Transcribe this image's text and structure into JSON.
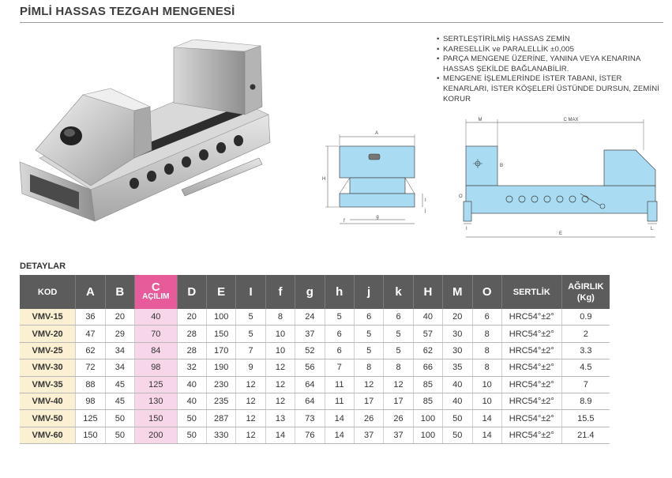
{
  "title": "PİMLİ HASSAS TEZGAH MENGENESİ",
  "features": [
    "SERTLEŞTİRİLMİŞ HASSAS ZEMİN",
    "KARESELLİK ve PARALELLİK ±0,005",
    "PARÇA MENGENE ÜZERİNE, YANINA VEYA KENARINA HASSAS ŞEKİLDE BAĞLANABİLİR.",
    "MENGENE İŞLEMLERİNDE İSTER TABANI, İSTER KENARLARI, İSTER KÖŞELERİ ÜSTÜNDE DURSUN, ZEMİNİ KORUR"
  ],
  "drawing": {
    "front": {
      "A": "A",
      "H": "H",
      "f": "f",
      "g": "g",
      "i": "I",
      "j": "j"
    },
    "side": {
      "M": "M",
      "C": "C MAX",
      "B": "B",
      "O": "O",
      "E": "E",
      "I": "I",
      "L": "L"
    },
    "colors": {
      "fill": "#a9dcf2",
      "line": "#444444"
    }
  },
  "section_label": "DETAYLAR",
  "table": {
    "headers": {
      "kod": "KOD",
      "A": "A",
      "B": "B",
      "C": "C",
      "C_sub": "AÇILIM",
      "D": "D",
      "E": "E",
      "I": "I",
      "f": "f",
      "g": "g",
      "h": "h",
      "j": "j",
      "k": "k",
      "H": "H",
      "M": "M",
      "O": "O",
      "sertlik": "SERTLİK",
      "agirlik": "AĞIRLIK",
      "agirlik_unit": "(Kg)"
    },
    "rows": [
      {
        "kod": "VMV-15",
        "A": "36",
        "B": "20",
        "C": "40",
        "D": "20",
        "E": "100",
        "I": "5",
        "f": "8",
        "g": "24",
        "h": "5",
        "j": "6",
        "k": "6",
        "H": "40",
        "M": "20",
        "O": "6",
        "sertlik": "HRC54°±2°",
        "agirlik": "0.9"
      },
      {
        "kod": "VMV-20",
        "A": "47",
        "B": "29",
        "C": "70",
        "D": "28",
        "E": "150",
        "I": "5",
        "f": "10",
        "g": "37",
        "h": "6",
        "j": "5",
        "k": "5",
        "H": "57",
        "M": "30",
        "O": "8",
        "sertlik": "HRC54°±2°",
        "agirlik": "2"
      },
      {
        "kod": "VMV-25",
        "A": "62",
        "B": "34",
        "C": "84",
        "D": "28",
        "E": "170",
        "I": "7",
        "f": "10",
        "g": "52",
        "h": "6",
        "j": "5",
        "k": "5",
        "H": "62",
        "M": "30",
        "O": "8",
        "sertlik": "HRC54°±2°",
        "agirlik": "3.3"
      },
      {
        "kod": "VMV-30",
        "A": "72",
        "B": "34",
        "C": "98",
        "D": "32",
        "E": "190",
        "I": "9",
        "f": "12",
        "g": "56",
        "h": "7",
        "j": "8",
        "k": "8",
        "H": "66",
        "M": "35",
        "O": "8",
        "sertlik": "HRC54°±2°",
        "agirlik": "4.5"
      },
      {
        "kod": "VMV-35",
        "A": "88",
        "B": "45",
        "C": "125",
        "D": "40",
        "E": "230",
        "I": "12",
        "f": "12",
        "g": "64",
        "h": "11",
        "j": "12",
        "k": "12",
        "H": "85",
        "M": "40",
        "O": "10",
        "sertlik": "HRC54°±2°",
        "agirlik": "7"
      },
      {
        "kod": "VMV-40",
        "A": "98",
        "B": "45",
        "C": "130",
        "D": "40",
        "E": "235",
        "I": "12",
        "f": "12",
        "g": "64",
        "h": "11",
        "j": "17",
        "k": "17",
        "H": "85",
        "M": "40",
        "O": "10",
        "sertlik": "HRC54°±2°",
        "agirlik": "8.9"
      },
      {
        "kod": "VMV-50",
        "A": "125",
        "B": "50",
        "C": "150",
        "D": "50",
        "E": "287",
        "I": "12",
        "f": "13",
        "g": "73",
        "h": "14",
        "j": "26",
        "k": "26",
        "H": "100",
        "M": "50",
        "O": "14",
        "sertlik": "HRC54°±2°",
        "agirlik": "15.5"
      },
      {
        "kod": "VMV-60",
        "A": "150",
        "B": "50",
        "C": "200",
        "D": "50",
        "E": "330",
        "I": "12",
        "f": "14",
        "g": "76",
        "h": "14",
        "j": "37",
        "k": "37",
        "H": "100",
        "M": "50",
        "O": "14",
        "sertlik": "HRC54°±2°",
        "agirlik": "21.4"
      }
    ]
  },
  "colors": {
    "header": "#5c5c5c",
    "c_header": "#e85b9a",
    "c_cell": "#f8d6ea",
    "kod_cell": "#fbf0d2"
  }
}
